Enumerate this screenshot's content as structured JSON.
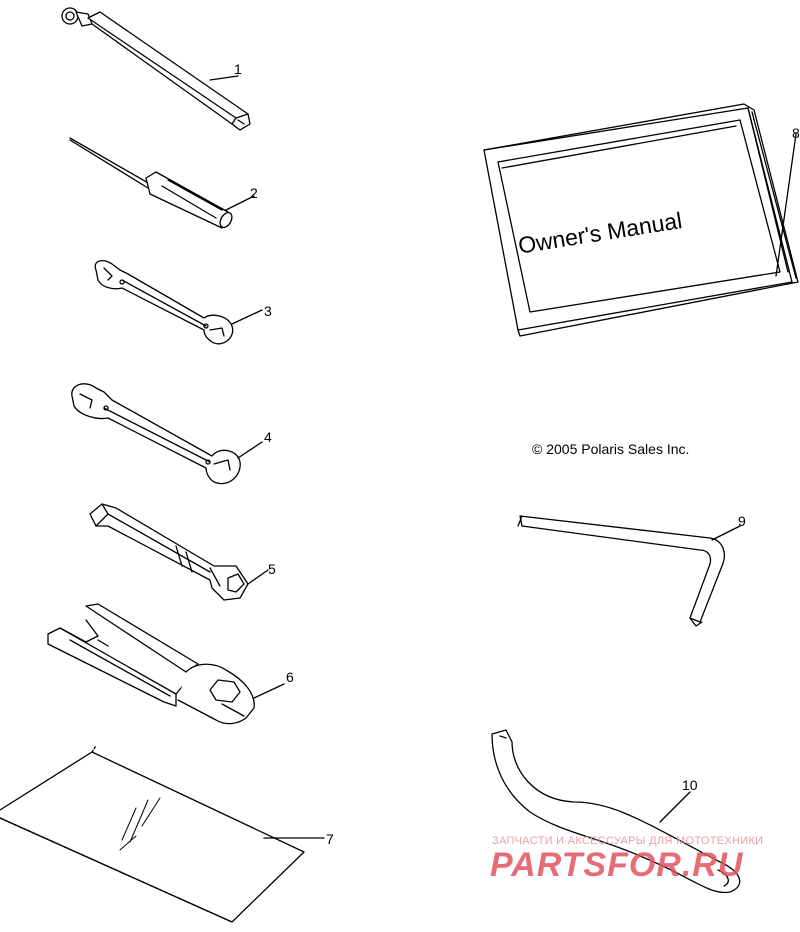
{
  "diagram": {
    "parts": [
      {
        "number": "1",
        "icon": "pressure-gauge-icon"
      },
      {
        "number": "2",
        "icon": "screwdriver-icon"
      },
      {
        "number": "3",
        "icon": "small-wrench-icon"
      },
      {
        "number": "4",
        "icon": "large-wrench-icon"
      },
      {
        "number": "5",
        "icon": "socket-wrench-icon"
      },
      {
        "number": "6",
        "icon": "spark-plug-tool-icon"
      },
      {
        "number": "7",
        "icon": "tool-bag-icon"
      },
      {
        "number": "8",
        "icon": "owners-manual-icon"
      },
      {
        "number": "9",
        "icon": "hex-key-icon"
      },
      {
        "number": "10",
        "icon": "spanner-hook-icon"
      }
    ],
    "manual_title": "Owner's Manual",
    "copyright": "© 2005 Polaris Sales Inc."
  },
  "watermark": {
    "subtitle": "ЗАПЧАСТИ И АКСЕССУАРЫ ДЛЯ МОТОТЕХНИКИ",
    "logo_text": "PARTSFOR.RU"
  },
  "colors": {
    "line": "#000000",
    "background": "#ffffff",
    "watermark": "#e2545f"
  }
}
